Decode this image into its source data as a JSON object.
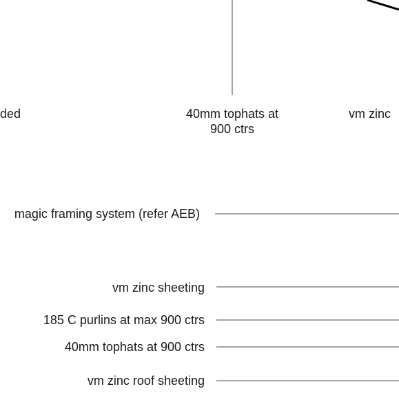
{
  "top_labels": {
    "left_partial": "ded",
    "tophats_line1": "40mm tophats at",
    "tophats_line2": "900 ctrs",
    "zinc_partial": "vm zinc"
  },
  "side_labels": {
    "framing": "magic framing system (refer AEB)",
    "zinc_sheeting": "vm zinc sheeting",
    "purlins": "185 C purlins at max 900 ctrs",
    "tophats": "40mm tophats at 900 ctrs",
    "roof_sheeting": "vm zinc roof sheeting"
  },
  "colors": {
    "line": "#4a4a4a",
    "text": "#1a1a1a"
  }
}
